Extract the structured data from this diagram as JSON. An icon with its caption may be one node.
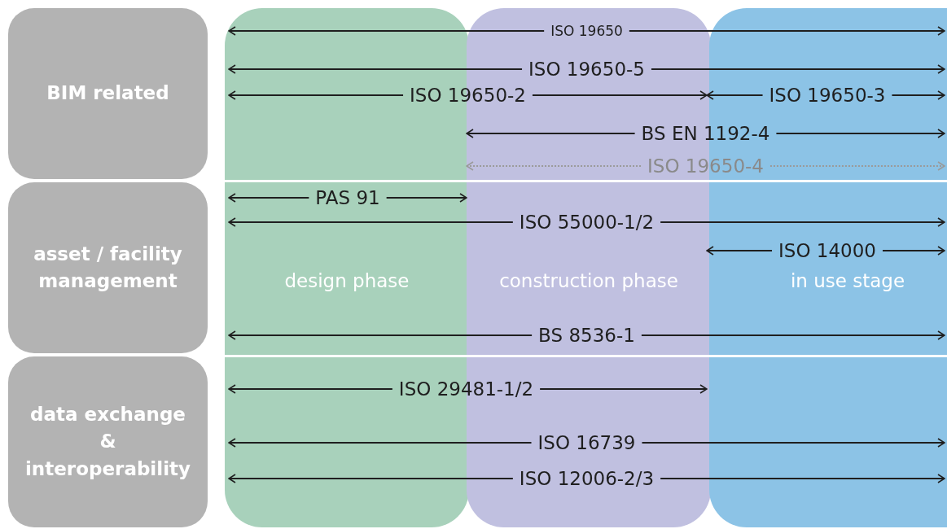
{
  "diagram": {
    "nodes": [
      {
        "text": [
          "BIM related"
        ]
      },
      {
        "text": [
          "design phase"
        ]
      },
      {
        "text": [
          "construction phase"
        ]
      },
      {
        "text": [
          "in use stage"
        ]
      },
      {
        "text": [
          "asset / facility management"
        ]
      },
      {
        "text": [
          "data exchange & interoperability"
        ]
      },
      {
        "text": [
          "ISO 19650"
        ],
        "in": 2
      },
      {
        "text": [
          "ISO 19650-5"
        ],
        "in": 2
      },
      {
        "text": [
          "ISO 19650-2"
        ]
      },
      {
        "text": [
          "ISO 19650-3"
        ],
        "in": 3
      },
      {
        "text": [
          "BS EN 1192-4"
        ]
      },
      {
        "text": [
          "ISO 19650-4"
        ]
      },
      {
        "text": [
          "PAS 91"
        ],
        "in": 1
      },
      {
        "text": [
          "ISO 55000-1/2"
        ],
        "in": 2
      },
      {
        "text": [
          "ISO 14000"
        ],
        "in": 3
      },
      {
        "text": [
          "BS 8536-1"
        ],
        "in": 2
      },
      {
        "text": [
          "ISO 29481-1/2"
        ]
      },
      {
        "text": [
          "ISO 16739"
        ],
        "in": 2
      },
      {
        "text": [
          "ISO 12006-2/3"
        ],
        "in": 2
      }
    ],
    "edges": [
      {
        "from": 6,
        "to": 1,
        "arrow": "to"
      },
      {
        "from": 6,
        "to": 3,
        "arrow": "to"
      },
      {
        "from": 7,
        "to": 1,
        "arrow": "to"
      },
      {
        "from": 7,
        "to": 3,
        "arrow": "to"
      },
      {
        "from": 8,
        "to": 1,
        "arrow": "to"
      },
      {
        "from": 8,
        "to": 2,
        "arrow": "to"
      },
      {
        "from": 9,
        "to": 2,
        "arrow": "to"
      },
      {
        "from": 9,
        "to": 3,
        "arrow": "to"
      },
      {
        "from": 10,
        "to": 1,
        "arrow": "to"
      },
      {
        "from": 10,
        "to": 3,
        "arrow": "to"
      },
      {
        "from": 11,
        "to": 1,
        "arrow": "to",
        "style": "dashed",
        "color": "#9a9a9a"
      },
      {
        "from": 11,
        "to": 3,
        "arrow": "to",
        "style": "dashed",
        "color": "#9a9a9a"
      },
      {
        "from": 12,
        "to": 1,
        "arrow": "to"
      },
      {
        "from": 12,
        "to": 1,
        "arrow": "to"
      },
      {
        "from": 13,
        "to": 1,
        "arrow": "to"
      },
      {
        "from": 13,
        "to": 3,
        "arrow": "to"
      },
      {
        "from": 14,
        "to": 2,
        "arrow": "to"
      },
      {
        "from": 14,
        "to": 3,
        "arrow": "to"
      },
      {
        "from": 15,
        "to": 1,
        "arrow": "to"
      },
      {
        "from": 15,
        "to": 3,
        "arrow": "to"
      },
      {
        "from": 16,
        "to": 1,
        "arrow": "to"
      },
      {
        "from": 16,
        "to": 2,
        "arrow": "to"
      },
      {
        "from": 17,
        "to": 1,
        "arrow": "to"
      },
      {
        "from": 17,
        "to": 3,
        "arrow": "to"
      },
      {
        "from": 18,
        "to": 1,
        "arrow": "to"
      },
      {
        "from": 18,
        "to": 3,
        "arrow": "to"
      }
    ]
  }
}
